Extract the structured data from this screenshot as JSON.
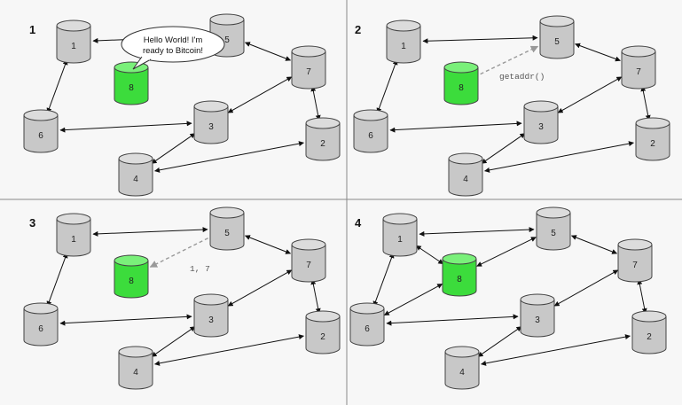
{
  "panels": [
    {
      "id": "1",
      "new_node_connected": false
    },
    {
      "id": "2",
      "new_node_connected": false,
      "message": "getaddr()"
    },
    {
      "id": "3",
      "new_node_connected": false,
      "message": "1, 7"
    },
    {
      "id": "4",
      "new_node_connected": true
    }
  ],
  "nodes": [
    "1",
    "2",
    "3",
    "4",
    "5",
    "6",
    "7",
    "8"
  ],
  "new_node": "8",
  "speech_bubble": {
    "line1": "Hello World! I'm",
    "line2": "ready to Bitcoin!"
  },
  "colors": {
    "node_fill": "#c8c8c8",
    "node_top": "#dcdcdc",
    "new_node_fill": "#3cdc3c",
    "new_node_top": "#7af07a",
    "edge": "#111111",
    "message_arrow": "#999999",
    "divider": "#888888"
  }
}
